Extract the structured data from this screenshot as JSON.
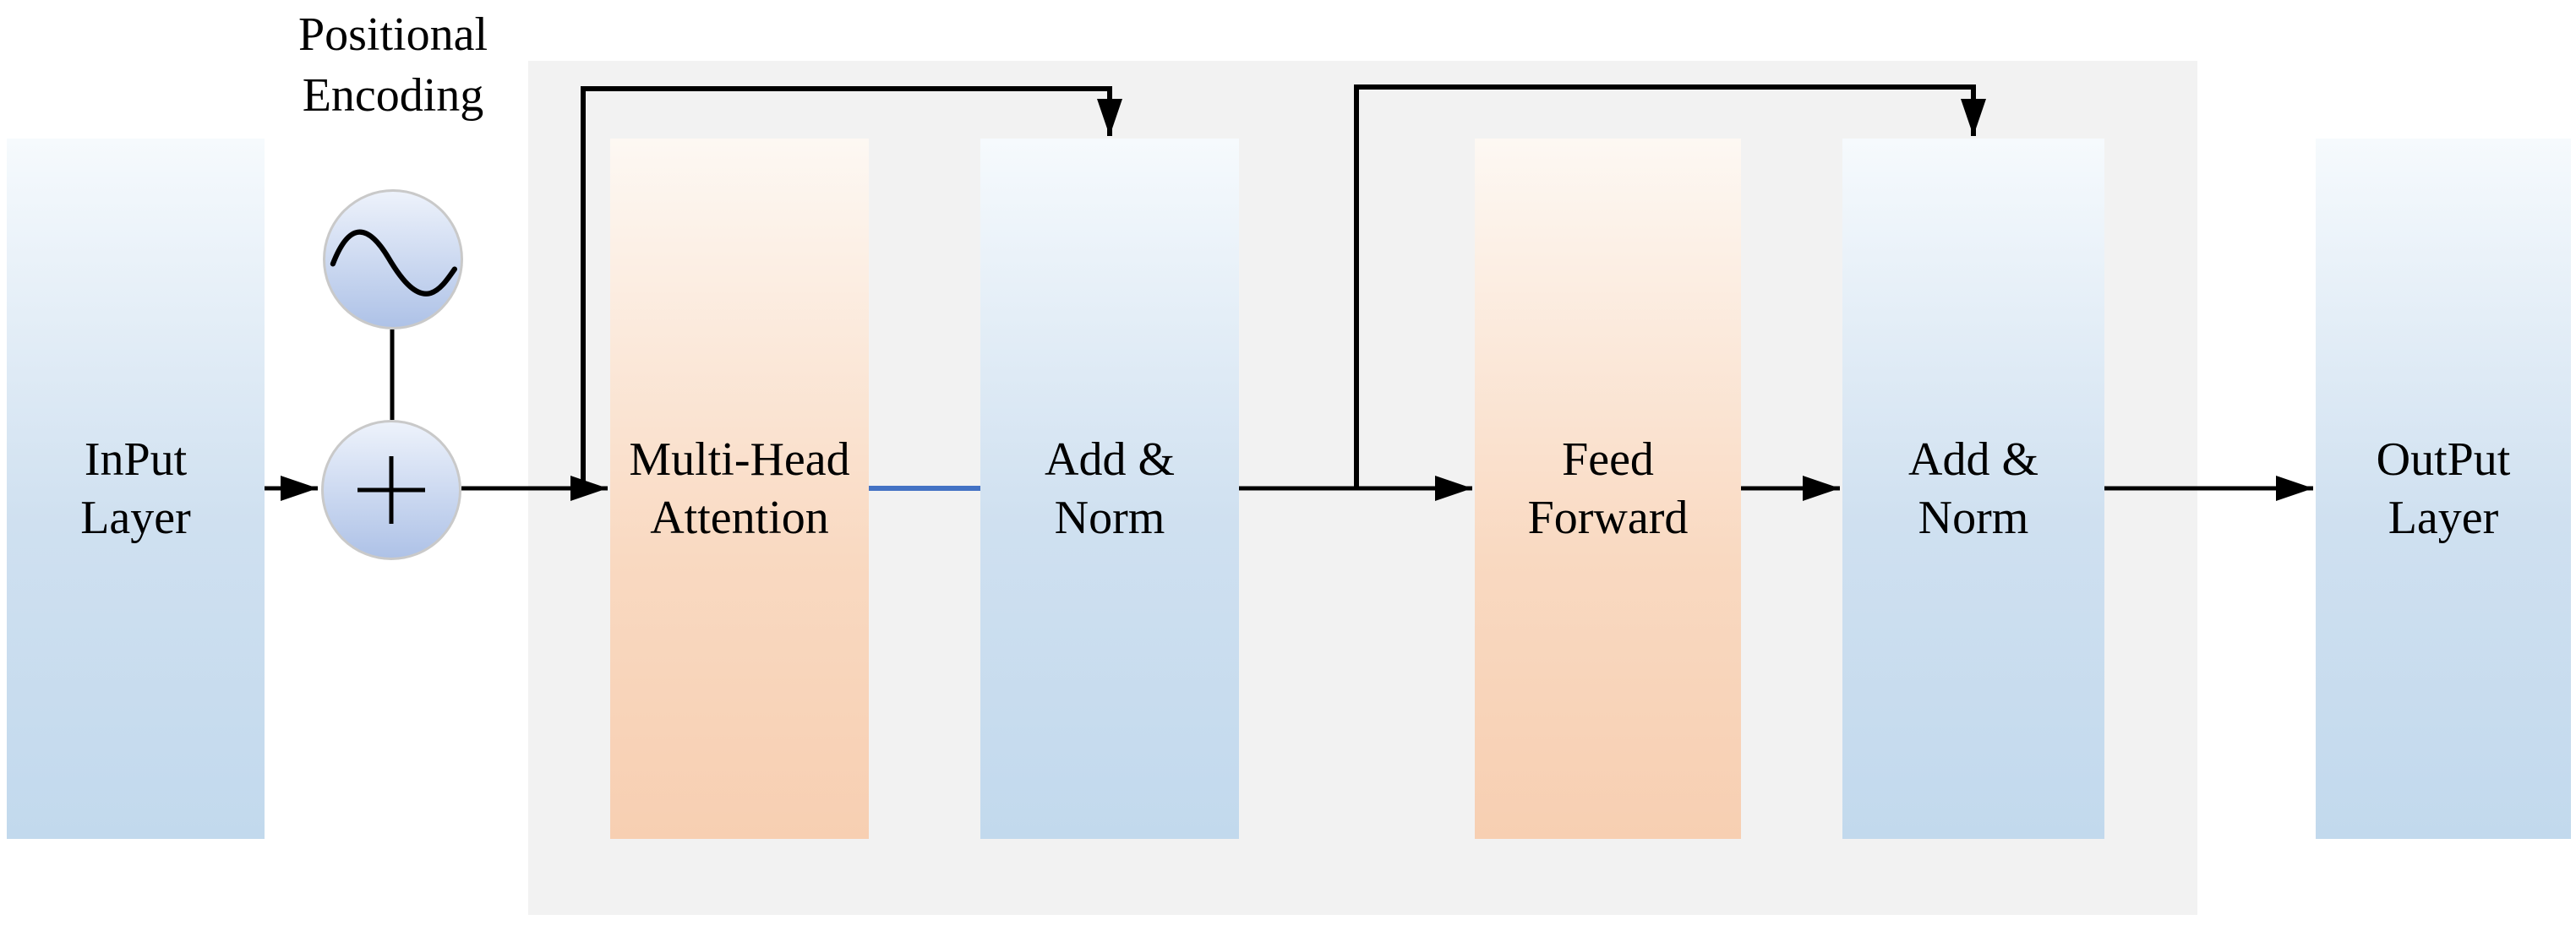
{
  "figure": {
    "title": "Positional\nEncoding",
    "description_labels": {
      "input": "InPut\nLayer",
      "multi_head_attention": "Multi-Head\nAttention",
      "add_norm_1": "Add &\nNorm",
      "feed_forward": "Feed\nForward",
      "add_norm_2": "Add &\nNorm",
      "output": "OutPut\nLayer"
    }
  },
  "nodes": {
    "input": {
      "label": "InPut\nLayer",
      "style": "blue"
    },
    "mha": {
      "label": "Multi-Head\nAttention",
      "style": "orange"
    },
    "addnorm1": {
      "label": "Add &\nNorm",
      "style": "blue"
    },
    "ff": {
      "label": "Feed\nForward",
      "style": "orange"
    },
    "addnorm2": {
      "label": "Add &\nNorm",
      "style": "blue"
    },
    "output": {
      "label": "OutPut\nLayer",
      "style": "blue"
    }
  },
  "icons": {
    "sine_wave": "sine-wave-icon",
    "plus": "plus-icon"
  },
  "colors": {
    "container-bg": "#f2f2f2",
    "line-black": "#000000",
    "connector-blue": "#4472c4",
    "blue-top": "#f6fafd",
    "blue-mid": "#cfe0f0",
    "blue-bot": "#c2d9ed",
    "orange-top": "#fdf8f3",
    "orange-mid": "#f9d9c1",
    "orange-bot": "#f7cfb2",
    "circle-top": "#edf2fb",
    "circle-bot": "#aec2e7",
    "circle-border": "#c9c9c9"
  }
}
